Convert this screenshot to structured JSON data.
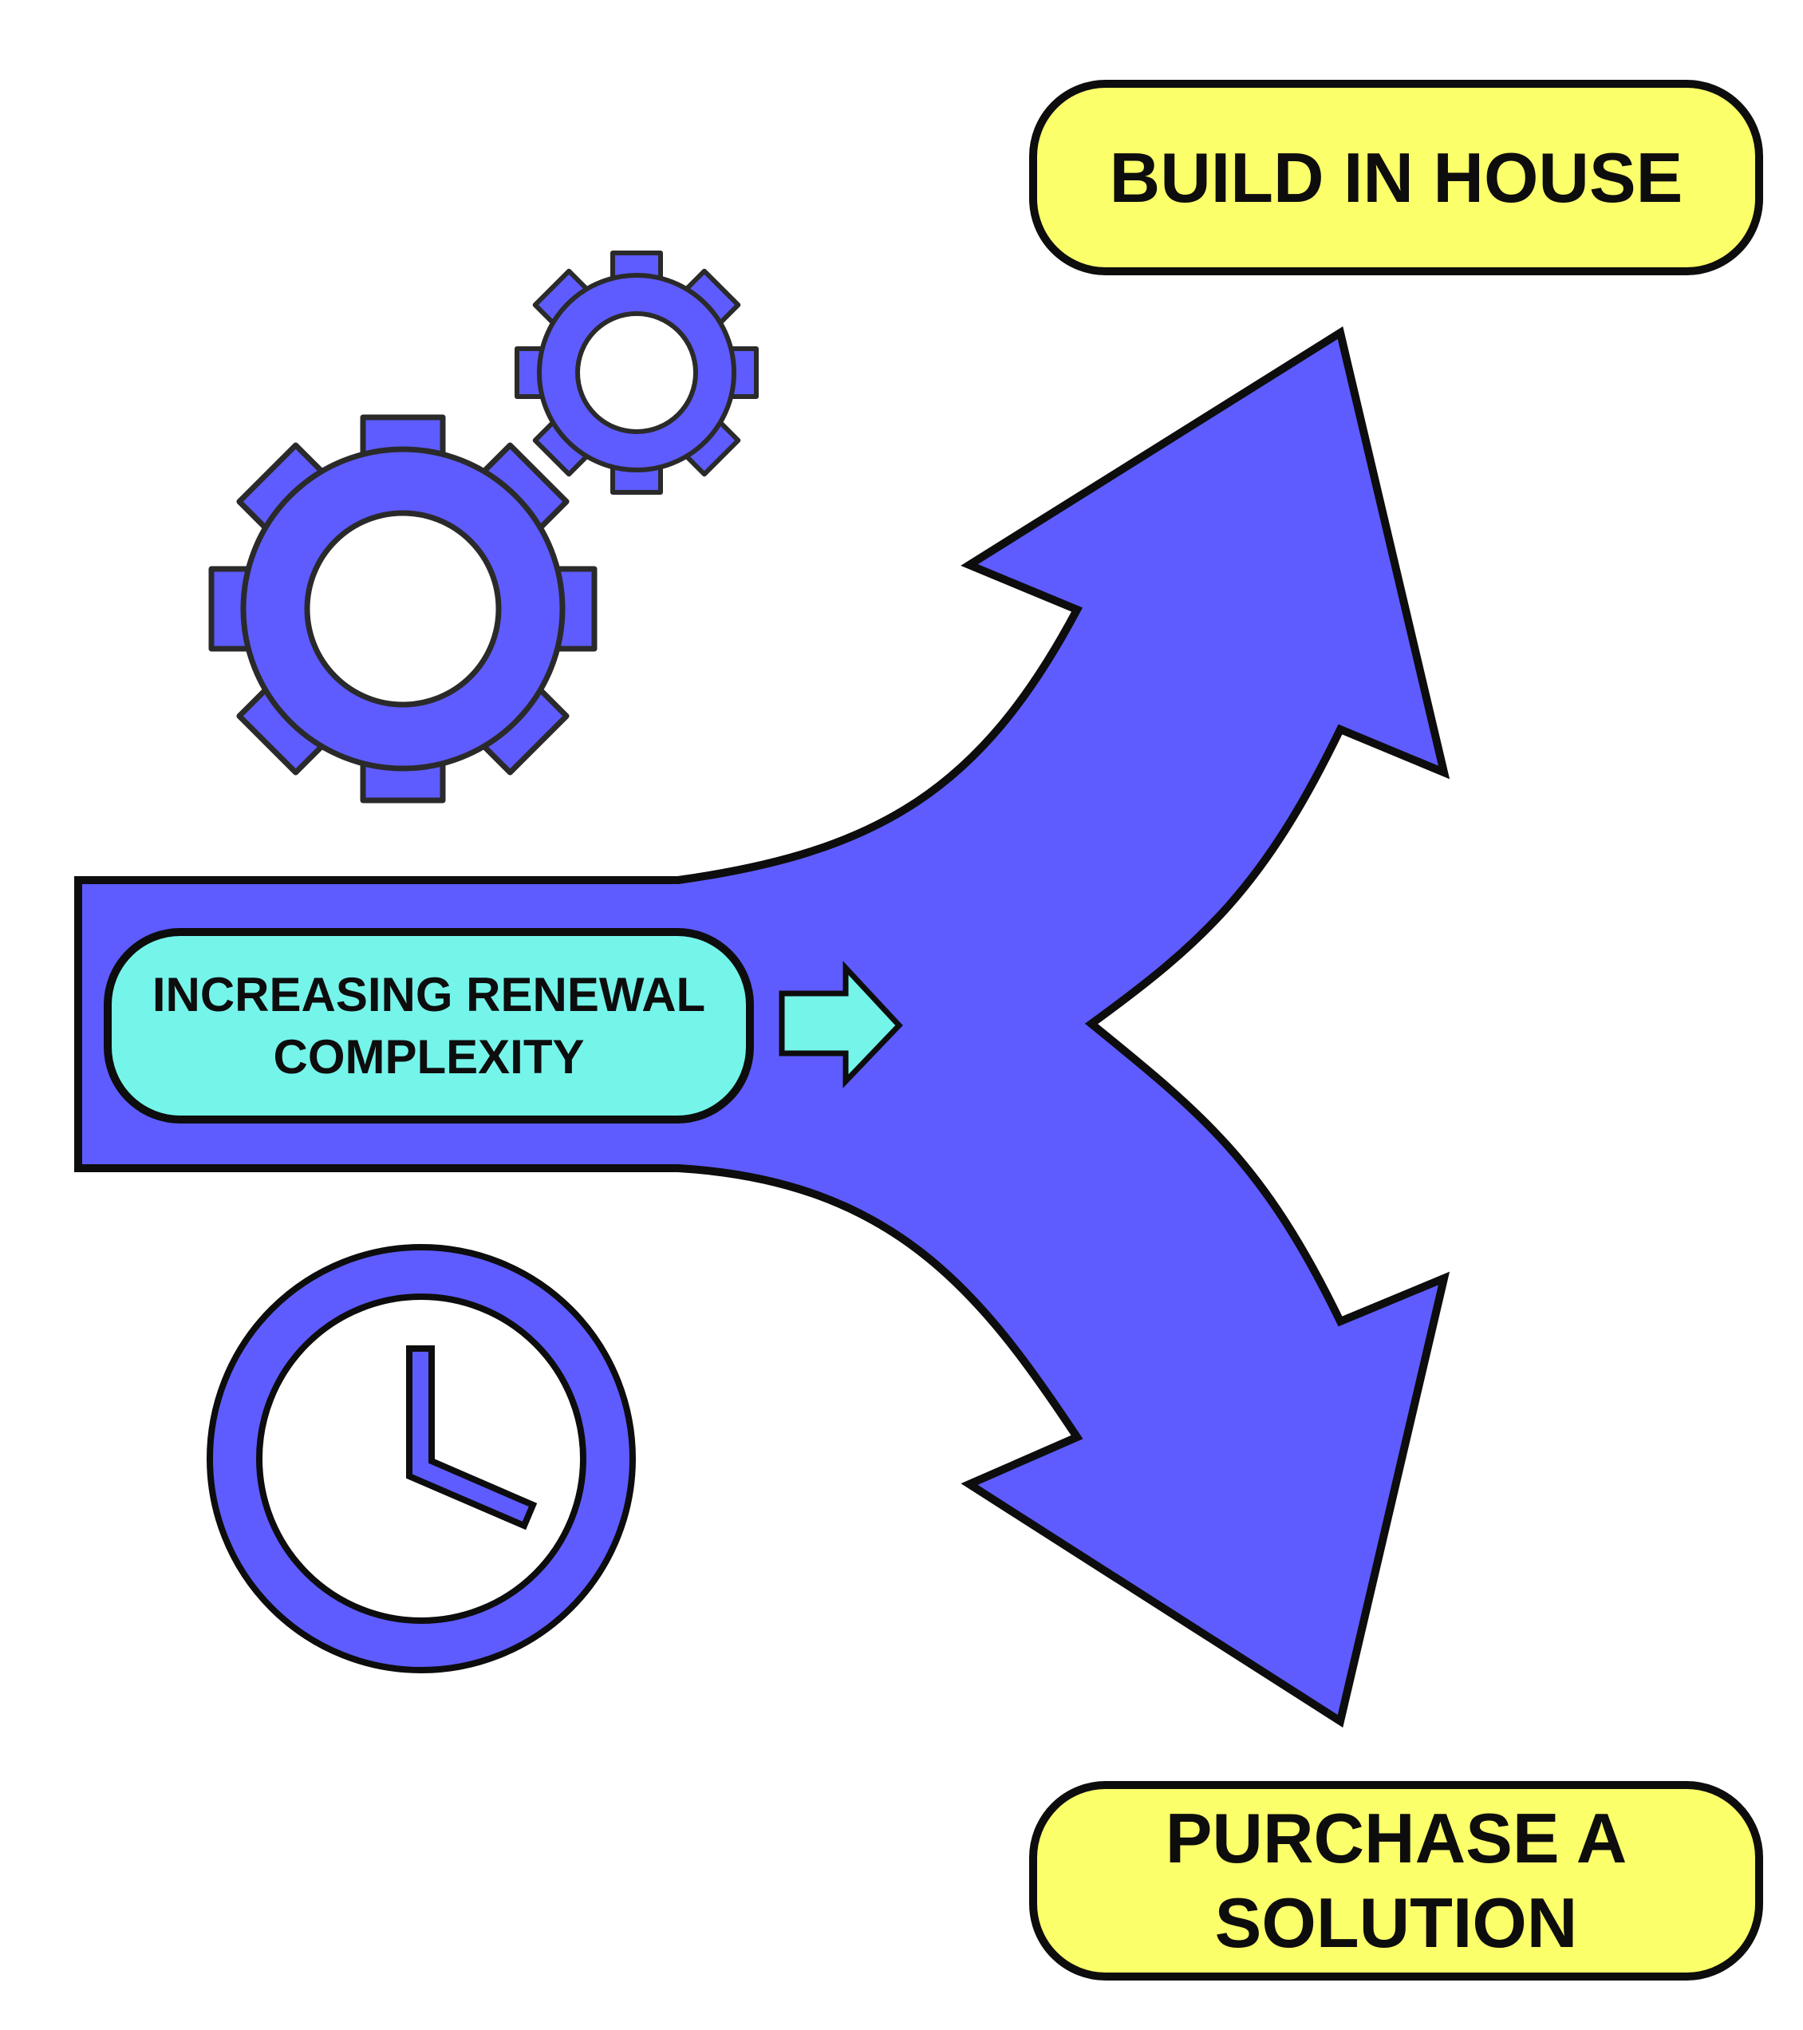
{
  "diagram": {
    "start_label": "INCREASING RENEWAL COMPLEXITY",
    "option_top": "BUILD IN HOUSE",
    "option_bottom": "PURCHASE A SOLUTION",
    "icons": [
      "gear-icon-large",
      "gear-icon-small",
      "clock-icon",
      "right-arrow-icon",
      "fork-arrow-icon"
    ],
    "colors": {
      "arrow_fill": "#5e5cff",
      "outline": "#0d0d0d",
      "label_fill": "#75f4ea",
      "option_fill": "#fbff6a",
      "background": "#ffffff"
    }
  }
}
